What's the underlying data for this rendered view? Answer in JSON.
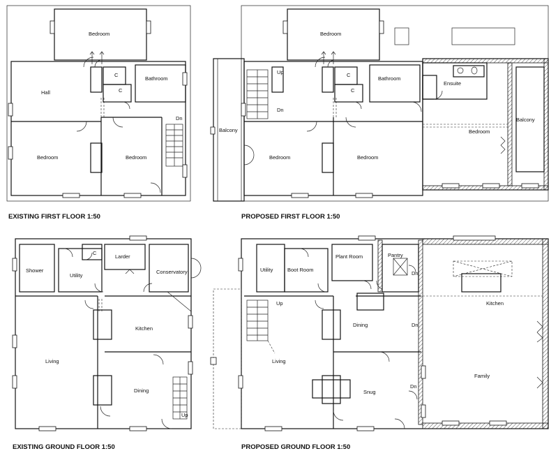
{
  "plans": {
    "existing_first": {
      "title": "EXISTING FIRST FLOOR 1:50",
      "rooms": {
        "bedroom_top": "Bedroom",
        "hall": "Hall",
        "c1": "C",
        "c2": "C",
        "bathroom": "Bathroom",
        "dn": "Dn",
        "bedroom_left": "Bedroom",
        "bedroom_right": "Bedroom"
      }
    },
    "proposed_first": {
      "title": "PROPOSED FIRST FLOOR 1:50",
      "rooms": {
        "bedroom_top": "Bedroom",
        "up": "Up",
        "dn": "Dn",
        "c1": "C",
        "c2": "C",
        "bathroom": "Bathroom",
        "ensuite": "Ensuite",
        "balcony_left": "Balcony",
        "balcony_right": "Balcony",
        "bedroom_new": "Bedroom",
        "bedroom_left": "Bedroom",
        "bedroom_right": "Bedroom"
      }
    },
    "existing_ground": {
      "title": "EXISTING GROUND FLOOR 1:50",
      "rooms": {
        "shower": "Shower",
        "utility": "Utility",
        "c": "C",
        "larder": "Larder",
        "conservatory": "Conservatory",
        "kitchen": "Kitchen",
        "living": "Living",
        "dining": "Dining",
        "up": "Up"
      }
    },
    "proposed_ground": {
      "title": "PROPOSED GROUND FLOOR 1:50",
      "rooms": {
        "utility": "Utility",
        "boot_room": "Boot Room",
        "plant_room": "Plant Room",
        "pantry": "Pantry",
        "dn1": "Dn",
        "up": "Up",
        "kitchen": "Kitchen",
        "dining": "Dining",
        "dn2": "Dn",
        "living": "Living",
        "family": "Family",
        "snug": "Snug",
        "dn3": "Dn"
      }
    }
  }
}
